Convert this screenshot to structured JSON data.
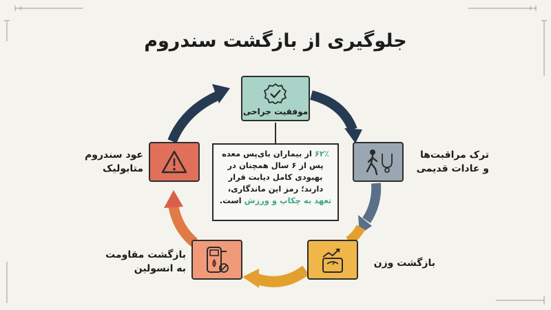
{
  "title": "جلوگیری از بازگشت سندروم",
  "nodes": {
    "surgery": {
      "label": "موفقیت جراحی",
      "icon": "checkmark-badge-icon",
      "color": "#a9d3c6"
    },
    "abandon": {
      "label_line1": "ترک مراقبت‌ها",
      "label_line2": "و عادات قدیمی",
      "icon": "walking-person-stethoscope-icon",
      "color": "#9aa7b2"
    },
    "weight": {
      "label": "بازگشت وزن",
      "icon": "scale-trend-icon",
      "color": "#f0b64a"
    },
    "insulin": {
      "label_line1": "بازگشت مقاومت",
      "label_line2": "به انسولین",
      "icon": "glucose-meter-icon",
      "color": "#f09a7a"
    },
    "metabolic": {
      "label_line1": "عود سندروم",
      "label_line2": "متابولیک",
      "icon": "warning-triangle-icon",
      "color": "#e0705a"
    }
  },
  "center": {
    "pct": "۶۲٪",
    "line1_rest": " از بیماران بای‌پس معده",
    "line2": "پس از ۶ سال همچنان در",
    "line3": "بهبودی کامل دیابت قرار",
    "line4": "دارند؛ رمز این ماندگاری،",
    "highlight": "تعهد به چکاپ و ورزش",
    "line5_rest": " است."
  },
  "colors": {
    "arrow_dark": "#263a52",
    "arrow_steel": "#5a7088",
    "arrow_gold": "#e3a02e",
    "arrow_orange": "#e07a46",
    "arrow_red": "#d8604a",
    "accent_teal": "#3fa592"
  }
}
